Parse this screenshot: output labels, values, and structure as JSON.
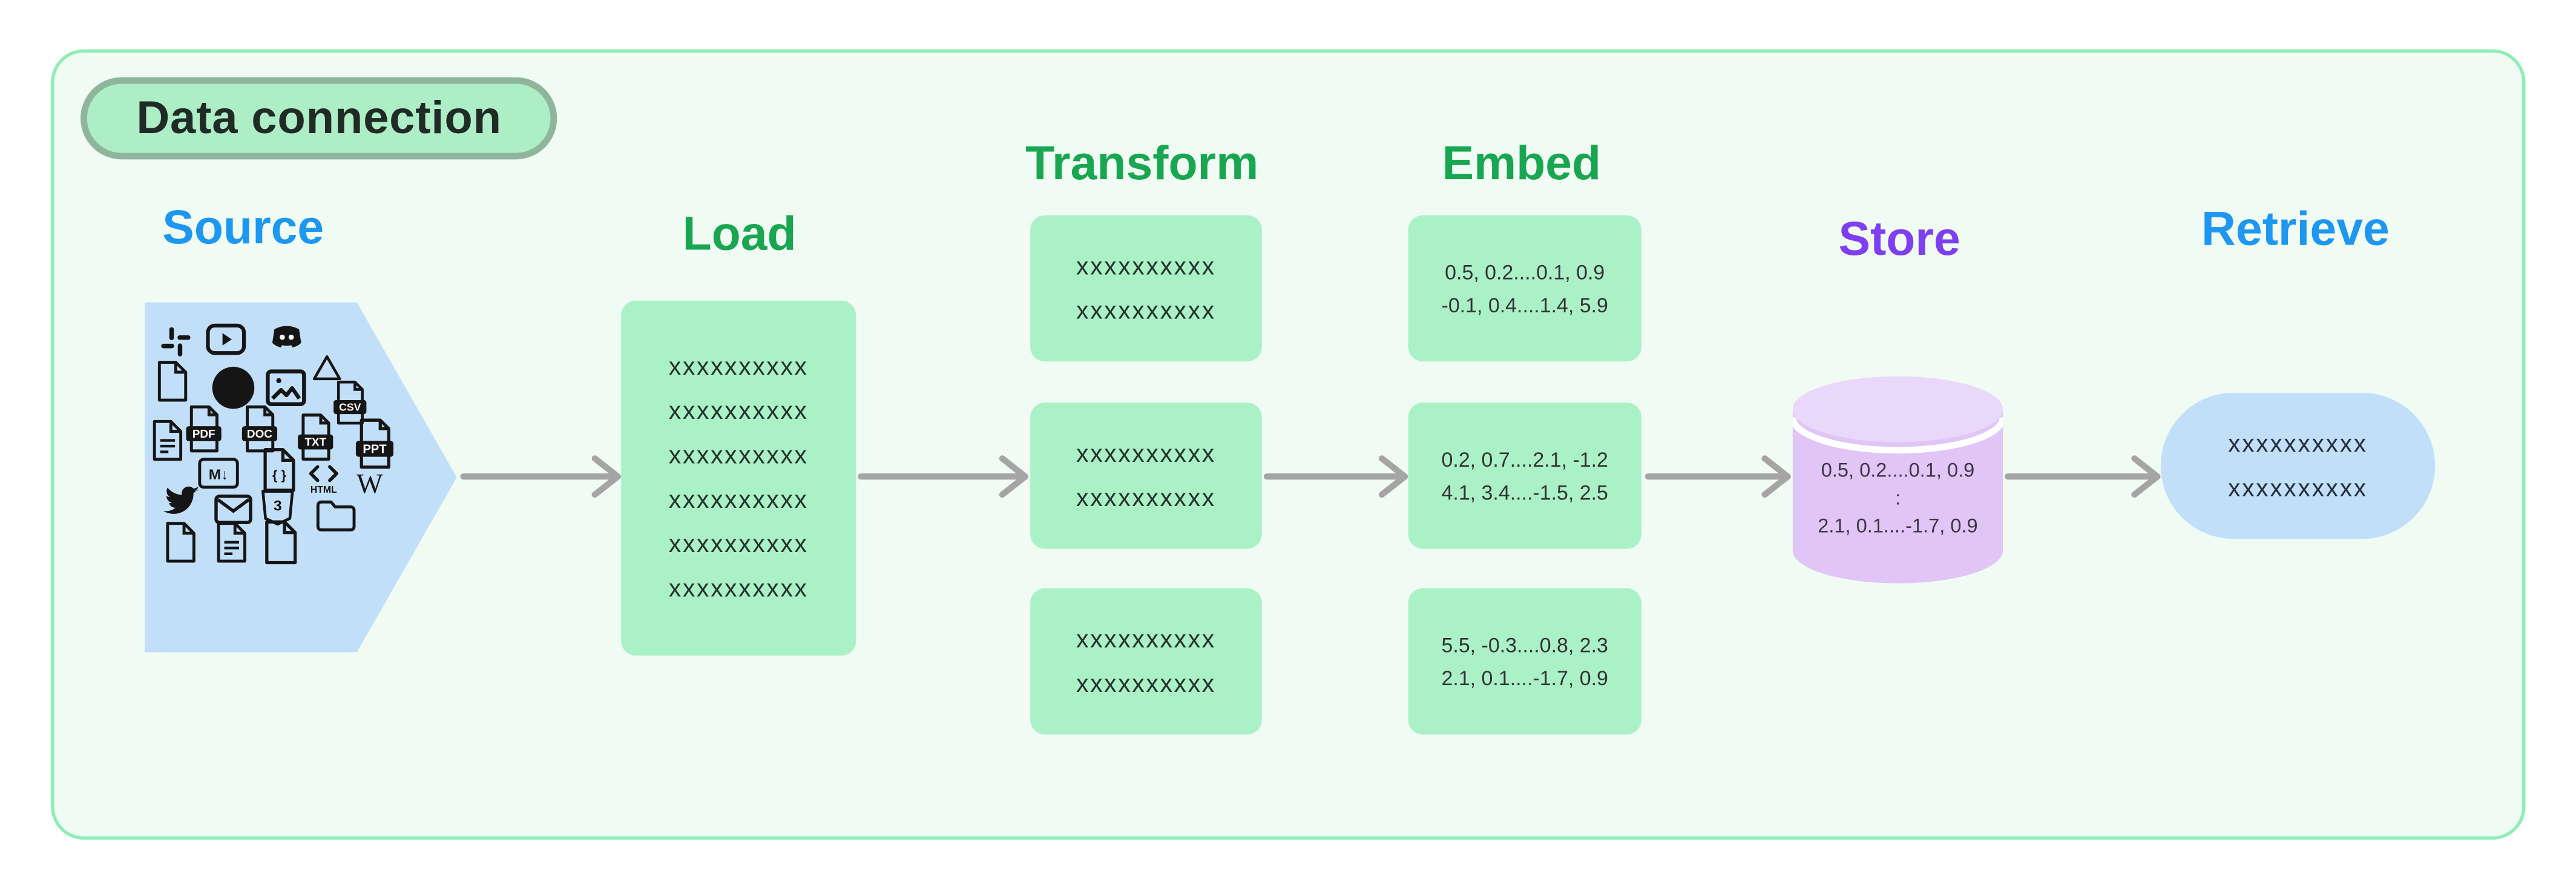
{
  "badge": {
    "label": "Data connection"
  },
  "colors": {
    "panel_bg": "#f0fbf4",
    "panel_border": "#90edb6",
    "badge_bg": "#aeeec6",
    "badge_border": "#8fb69c",
    "green_box": "#abf1c7",
    "blue_shape": "#c2dffa",
    "lavender_body": "#e1c5f6",
    "lavender_lid": "#ead8fa",
    "title_blue": "#1d97f1",
    "title_green": "#18a650",
    "title_purple": "#7e3ff2",
    "arrow_gray": "#a5a5a5",
    "text_dark": "#22332b"
  },
  "stages": {
    "source": {
      "title": "Source"
    },
    "load": {
      "title": "Load",
      "lines": [
        "xxxxxxxxxx",
        "xxxxxxxxxx",
        "xxxxxxxxxx",
        "xxxxxxxxxx",
        "xxxxxxxxxx",
        "xxxxxxxxxx"
      ]
    },
    "transform": {
      "title": "Transform",
      "boxes": [
        {
          "lines": [
            "xxxxxxxxxx",
            "xxxxxxxxxx"
          ]
        },
        {
          "lines": [
            "xxxxxxxxxx",
            "xxxxxxxxxx"
          ]
        },
        {
          "lines": [
            "xxxxxxxxxx",
            "xxxxxxxxxx"
          ]
        }
      ]
    },
    "embed": {
      "title": "Embed",
      "boxes": [
        {
          "lines": [
            "0.5, 0.2....0.1, 0.9",
            "-0.1, 0.4....1.4, 5.9"
          ]
        },
        {
          "lines": [
            "0.2, 0.7....2.1, -1.2",
            "4.1, 3.4....-1.5, 2.5"
          ]
        },
        {
          "lines": [
            "5.5, -0.3....0.8, 2.3",
            "2.1, 0.1....-1.7, 0.9"
          ]
        }
      ]
    },
    "store": {
      "title": "Store",
      "lines": [
        "0.5, 0.2....0.1, 0.9",
        ":",
        "2.1, 0.1....-1.7, 0.9"
      ]
    },
    "retrieve": {
      "title": "Retrieve",
      "lines": [
        "xxxxxxxxxx",
        "xxxxxxxxxx"
      ]
    }
  },
  "source_icons": {
    "names": [
      "slack",
      "youtube",
      "discord",
      "file",
      "github",
      "image",
      "google-drive",
      "csv-file",
      "text-document",
      "pdf-file",
      "doc-file",
      "txt-file",
      "ppt-file",
      "markdown",
      "code-file",
      "html",
      "wikipedia",
      "twitter",
      "email",
      "css3",
      "folder",
      "file",
      "text-document",
      "file"
    ],
    "badges": {
      "csv": "CSV",
      "pdf": "PDF",
      "doc": "DOC",
      "txt": "TXT",
      "ppt": "PPT",
      "md": "M↓",
      "html": "HTML",
      "wiki": "W",
      "css": "3",
      "braces": "{ }"
    }
  }
}
